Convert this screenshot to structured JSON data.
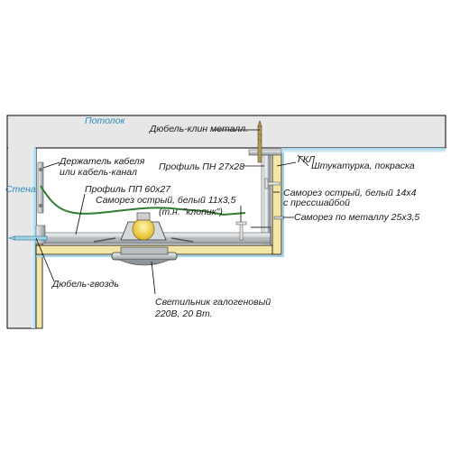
{
  "labels": {
    "ceiling": "Потолок",
    "wall": "Стена",
    "wedge_anchor": "Дюбель-клин металл.",
    "cable_holder_line1": "Держатель кабеля",
    "cable_holder_line2": "или кабель-канал",
    "profile_pn": "Профиль ПН 27x28",
    "gkl": "ГКЛ",
    "plaster": "Штукатурка, покраска",
    "profile_pp": "Профиль ПП 60x27",
    "screw_white_line1": "Саморез острый, белый 11x3,5",
    "screw_white_line2": "(т.н. \"клопик\")",
    "screw_washer_line1": "Саморез острый, белый 14x4",
    "screw_washer_line2": "с прессшайбой",
    "screw_metal": "Саморез по металлу 25x3,5",
    "dowel_nail": "Дюбель-гвоздь",
    "lamp_line1": "Светильник галогеновый",
    "lamp_line2": "220В, 20 Вт."
  },
  "colors": {
    "ceiling_fill": "#e7e7e7",
    "wall_fill": "#e7e7e7",
    "gkl_fill": "#f3e6a6",
    "plaster_blue": "#bfe4f2",
    "profile_gray": "#cfd3d6",
    "cable_green": "#2f7d32",
    "lamp_yellow": "#f2d84a",
    "label_blue": "#2a8bb8"
  }
}
